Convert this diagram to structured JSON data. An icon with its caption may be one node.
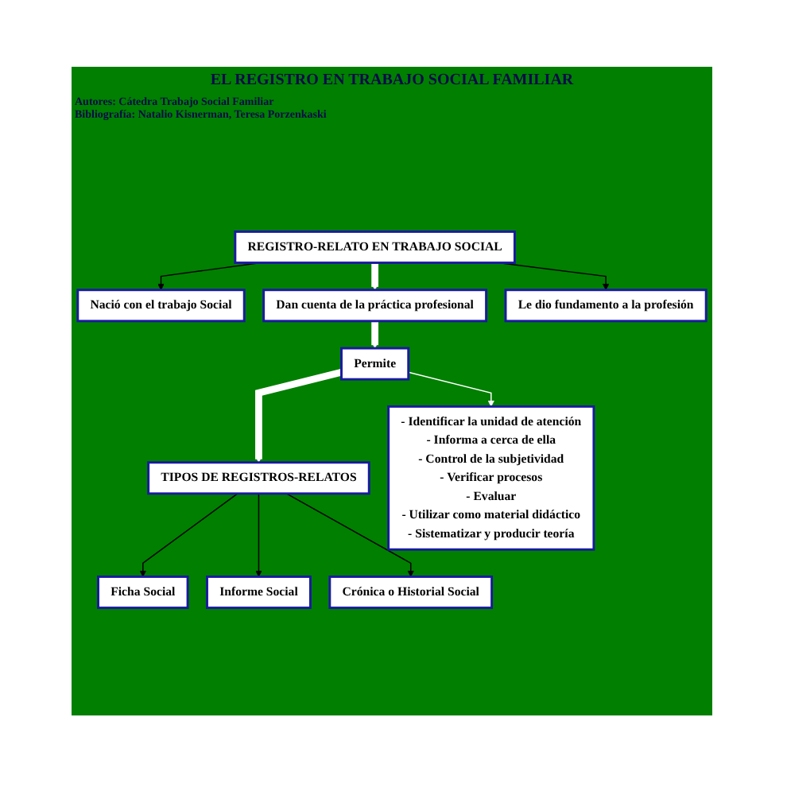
{
  "diagram": {
    "title": "EL REGISTRO EN TRABAJO SOCIAL FAMILIAR",
    "nodes": [
      {
        "text": [
          "REGISTRO-RELATO EN TRABAJO SOCIAL"
        ]
      },
      {
        "text": [
          "Nació con el trabajo Social"
        ]
      },
      {
        "text": [
          "Le dio fundamento a la profesión"
        ]
      },
      {
        "text": [
          "Dan cuenta de la práctica profesional"
        ]
      },
      {
        "text": [
          "Permite"
        ]
      },
      {
        "text": [
          "- Identificar la unidad de atención",
          "- Informa a cerca de ella",
          "- Control de la subjetividad",
          "- Verificar procesos",
          "- Evaluar",
          "- Utilizar como material didáctico",
          "- Sistematizar y producir teoría"
        ]
      },
      {
        "text": [
          "TIPOS DE REGISTROS-RELATOS"
        ]
      },
      {
        "text": [
          "Ficha Social"
        ]
      },
      {
        "text": [
          "Informe Social"
        ]
      },
      {
        "text": [
          "Crónica o Historial Social"
        ]
      }
    ],
    "edges": [
      {
        "from": 0,
        "to": 1,
        "arrow": "to"
      },
      {
        "from": 0,
        "to": 2,
        "arrow": "to"
      },
      {
        "from": 0,
        "to": 3,
        "arrow": "to",
        "style": "thick",
        "color": "#ffffff"
      },
      {
        "from": 3,
        "to": 4,
        "arrow": "to",
        "style": "thick",
        "color": "#ffffff"
      },
      {
        "from": 4,
        "to": 5,
        "arrow": "to",
        "color": "#ffffff"
      },
      {
        "from": 4,
        "to": 6,
        "arrow": "to",
        "style": "thick",
        "color": "#ffffff"
      },
      {
        "from": 6,
        "to": 7,
        "arrow": "to"
      },
      {
        "from": 6,
        "to": 8,
        "arrow": "to"
      },
      {
        "from": 6,
        "to": 9,
        "arrow": "to"
      }
    ],
    "labels": [
      "Autores: Cátedra Trabajo Social Familiar",
      "Bibliografía: Natalio Kisnerman, Teresa Porzenkaski"
    ]
  }
}
